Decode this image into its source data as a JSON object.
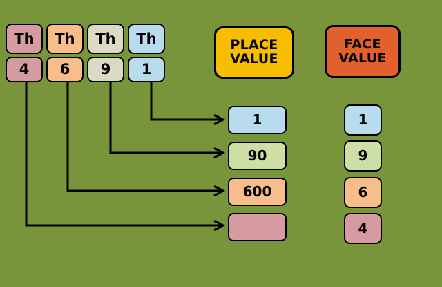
{
  "background_color": "#78953c",
  "diagram": {
    "title_place_value": "PLACE VALUE",
    "title_face_value": "FACE VALUE",
    "number_digits": [
      "4",
      "6",
      "9",
      "1"
    ],
    "period_labels": [
      "Th",
      "Th",
      "Th",
      "Th"
    ],
    "digit_colors": [
      "#d69ba0",
      "#f7bd8a",
      "#dbdac4",
      "#b8dced"
    ],
    "header_colors": {
      "place_value": "#f7bd00",
      "face_value": "#e2602b"
    }
  },
  "columns": {
    "place_digits": [
      {
        "label": "Th",
        "digit": "4",
        "color": "#d69ba0"
      },
      {
        "label": "Th",
        "digit": "6",
        "color": "#f7bd8a"
      },
      {
        "label": "Th",
        "digit": "9",
        "color": "#dbdac4"
      },
      {
        "label": "Th",
        "digit": "1",
        "color": "#b8dced"
      }
    ],
    "place_values": [
      {
        "value": "1",
        "color": "#b8dced"
      },
      {
        "value": "90",
        "color": "#cedfa6"
      },
      {
        "value": "600",
        "color": "#f7bd8a"
      },
      {
        "value": "",
        "color": "#d69ba0"
      }
    ],
    "face_values": [
      {
        "value": "1",
        "color": "#b8dced"
      },
      {
        "value": "9",
        "color": "#cedfa6"
      },
      {
        "value": "6",
        "color": "#f7bd8a"
      },
      {
        "value": "4",
        "color": "#d69ba0"
      }
    ]
  },
  "headers": {
    "place_value_line1": "PLACE",
    "place_value_line2": "VALUE",
    "face_value_line1": "FACE",
    "face_value_line2": "VALUE"
  }
}
